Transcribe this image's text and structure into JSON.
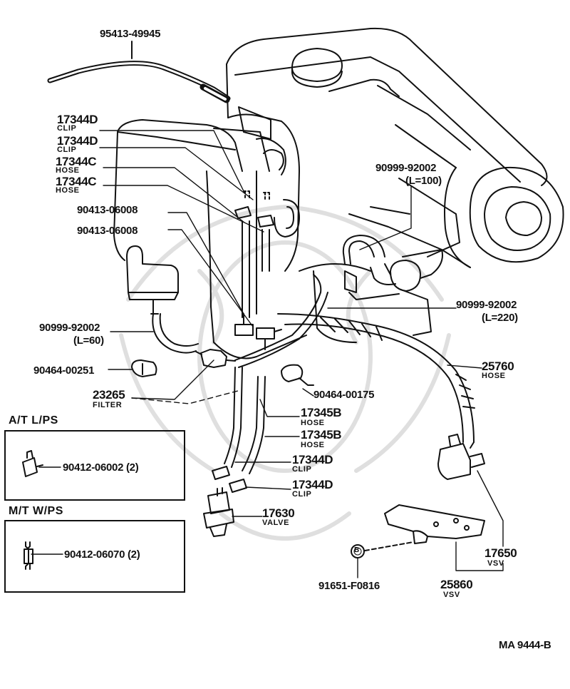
{
  "diagram_id": "MA  9444-B",
  "callouts": {
    "c_95413_49945": "95413-49945",
    "c_17344d_a": "17344D",
    "c_17344d_a_sub": "CLIP",
    "c_17344d_b": "17344D",
    "c_17344d_b_sub": "CLIP",
    "c_17344c_a": "17344C",
    "c_17344c_a_sub": "HOSE",
    "c_17344c_b": "17344C",
    "c_17344c_b_sub": "HOSE",
    "c_90413_a": "90413-06008",
    "c_90413_b": "90413-06008",
    "c_90999_l100": "90999-92002",
    "c_90999_l100_sub": "(L=100)",
    "c_90999_l60": "90999-92002",
    "c_90999_l60_sub": "(L=60)",
    "c_90999_l220": "90999-92002",
    "c_90999_l220_sub": "(L=220)",
    "c_90464_00251": "90464-00251",
    "c_23265": "23265",
    "c_23265_sub": "FILTER",
    "c_25760": "25760",
    "c_25760_sub": "HOSE",
    "c_90464_00175": "90464-00175",
    "c_17345b_a": "17345B",
    "c_17345b_a_sub": "HOSE",
    "c_17345b_b": "17345B",
    "c_17345b_b_sub": "HOSE",
    "c_17344d_c": "17344D",
    "c_17344d_c_sub": "CLIP",
    "c_17344d_d": "17344D",
    "c_17344d_d_sub": "CLIP",
    "c_17630": "17630",
    "c_17630_sub": "VALVE",
    "c_17650": "17650",
    "c_17650_sub": "VSV",
    "c_25860": "25860",
    "c_25860_sub": "VSV",
    "c_91651": "91651-F0816",
    "bolt_mark": "B"
  },
  "inset_at": {
    "title": "A/T  L/PS",
    "part": "90412-06002 (2)"
  },
  "inset_mt": {
    "title": "M/T  W/PS",
    "part": "90412-06070 (2)"
  }
}
